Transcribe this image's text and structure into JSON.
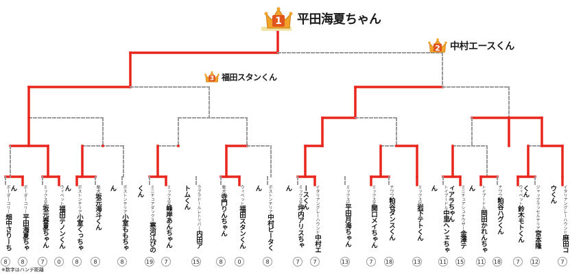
{
  "colors": {
    "win": "#e8261e",
    "lose": "#9a9a9a",
    "crown": "#f0a22a",
    "rank_badge": "#e0541e"
  },
  "icons": {
    "rank": "crown-icon"
  },
  "winners": [
    {
      "rank": "1",
      "name": "平田海夏ちゃん"
    },
    {
      "rank": "2",
      "name": "中村エースくん"
    },
    {
      "rank": "3",
      "name": "福田スタンくん"
    }
  ],
  "entrants": [
    {
      "breed": "ボーダーコリー",
      "name": "畑中さりーちゃん",
      "age": "8"
    },
    {
      "breed": "ボーダーコリー",
      "name": "平田海夏ちゃん",
      "age": "8"
    },
    {
      "breed": "ミックスM",
      "name": "坂元春夏ちゃん",
      "age": "7"
    },
    {
      "breed": "ウィペット",
      "name": "福田テノンくん",
      "age": "0"
    },
    {
      "breed": "ボストンテリア",
      "name": "小室くっちゃん",
      "age": "8"
    },
    {
      "breed": "柴犬",
      "name": "坂元海斗くん",
      "age": "8"
    },
    {
      "breed": "ボストンテリア",
      "name": "小室ももちゃん",
      "age": "8"
    },
    {
      "breed": "ミニチュアダックス",
      "name": "寒河江ぴのくん",
      "age": "19"
    },
    {
      "breed": "ミックスM",
      "name": "峰岸あんちゃん",
      "age": "7"
    },
    {
      "breed": "ラブラドールレトリバー",
      "name": "内田アトムくん",
      "age": "15"
    },
    {
      "breed": "柴犬",
      "name": "寺門りんちゃん",
      "age": "8"
    },
    {
      "breed": "ウィペット",
      "name": "福田スタンくん",
      "age": "0"
    },
    {
      "breed": "ボストンテリア",
      "name": "中村ピータくん",
      "age": "8"
    },
    {
      "breed": "ミックスM",
      "name": "坪内アリスちゃん",
      "age": "7"
    },
    {
      "breed": "イタリアングレーハウンド",
      "name": "中村エースくん",
      "age": "7"
    },
    {
      "breed": "ミックスS",
      "name": "平田月海ちゃん",
      "age": "13"
    },
    {
      "breed": "ミックスM",
      "name": "関口メイちゃん",
      "age": "7"
    },
    {
      "breed": "チワワ",
      "name": "粕谷ダンスくん",
      "age": "18"
    },
    {
      "breed": "ミックスS",
      "name": "岩下テトくん",
      "age": "13"
    },
    {
      "breed": "トイプードル",
      "name": "中里ヘンェちゃん",
      "age": "11"
    },
    {
      "breed": "ミニチュアシュナウザー",
      "name": "金澤ティアラちゃん",
      "age": "15"
    },
    {
      "breed": "トイプードル",
      "name": "岡田かれんちゃん",
      "age": "11"
    },
    {
      "breed": "チワワ",
      "name": "粕谷ハグくん",
      "age": "18"
    },
    {
      "breed": "ウィペット",
      "name": "鈴木モトくん",
      "age": "7"
    },
    {
      "breed": "ジャックラッセルテリア",
      "name": "宮本隆くん",
      "age": "12"
    },
    {
      "breed": "イタリアングレーハウンド",
      "name": "麻田コウくん",
      "age": "7"
    }
  ],
  "footnote": "※数字はハンデ距離"
}
